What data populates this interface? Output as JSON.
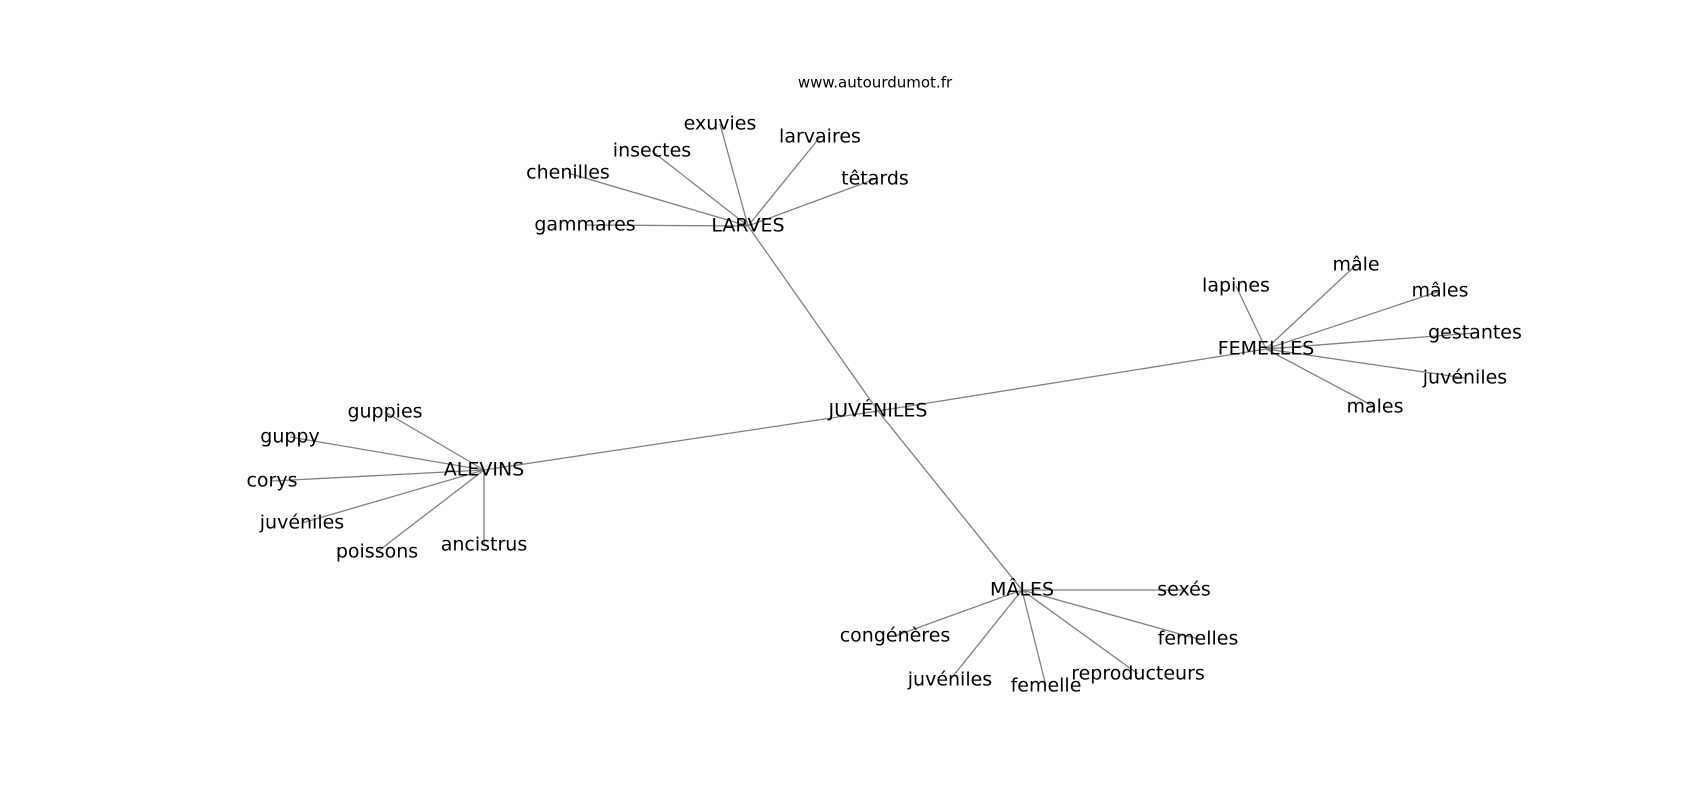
{
  "source": "www.autourdumot.fr",
  "center": "JUVÉNILES",
  "hubs": [
    {
      "id": "larves",
      "label": "LARVES",
      "leaves": [
        "exuvies",
        "larvaires",
        "insectes",
        "chenilles",
        "têtards",
        "gammares"
      ]
    },
    {
      "id": "femelles",
      "label": "FEMELLES",
      "leaves": [
        "mâle",
        "lapines",
        "mâles",
        "gestantes",
        "juvéniles",
        "males"
      ]
    },
    {
      "id": "alevins",
      "label": "ALEVINS",
      "leaves": [
        "guppies",
        "guppy",
        "corys",
        "juvéniles",
        "poissons",
        "ancistrus"
      ]
    },
    {
      "id": "males",
      "label": "MÂLES",
      "leaves": [
        "sexés",
        "congénères",
        "femelles",
        "reproducteurs",
        "juvéniles",
        "femelle"
      ]
    }
  ]
}
